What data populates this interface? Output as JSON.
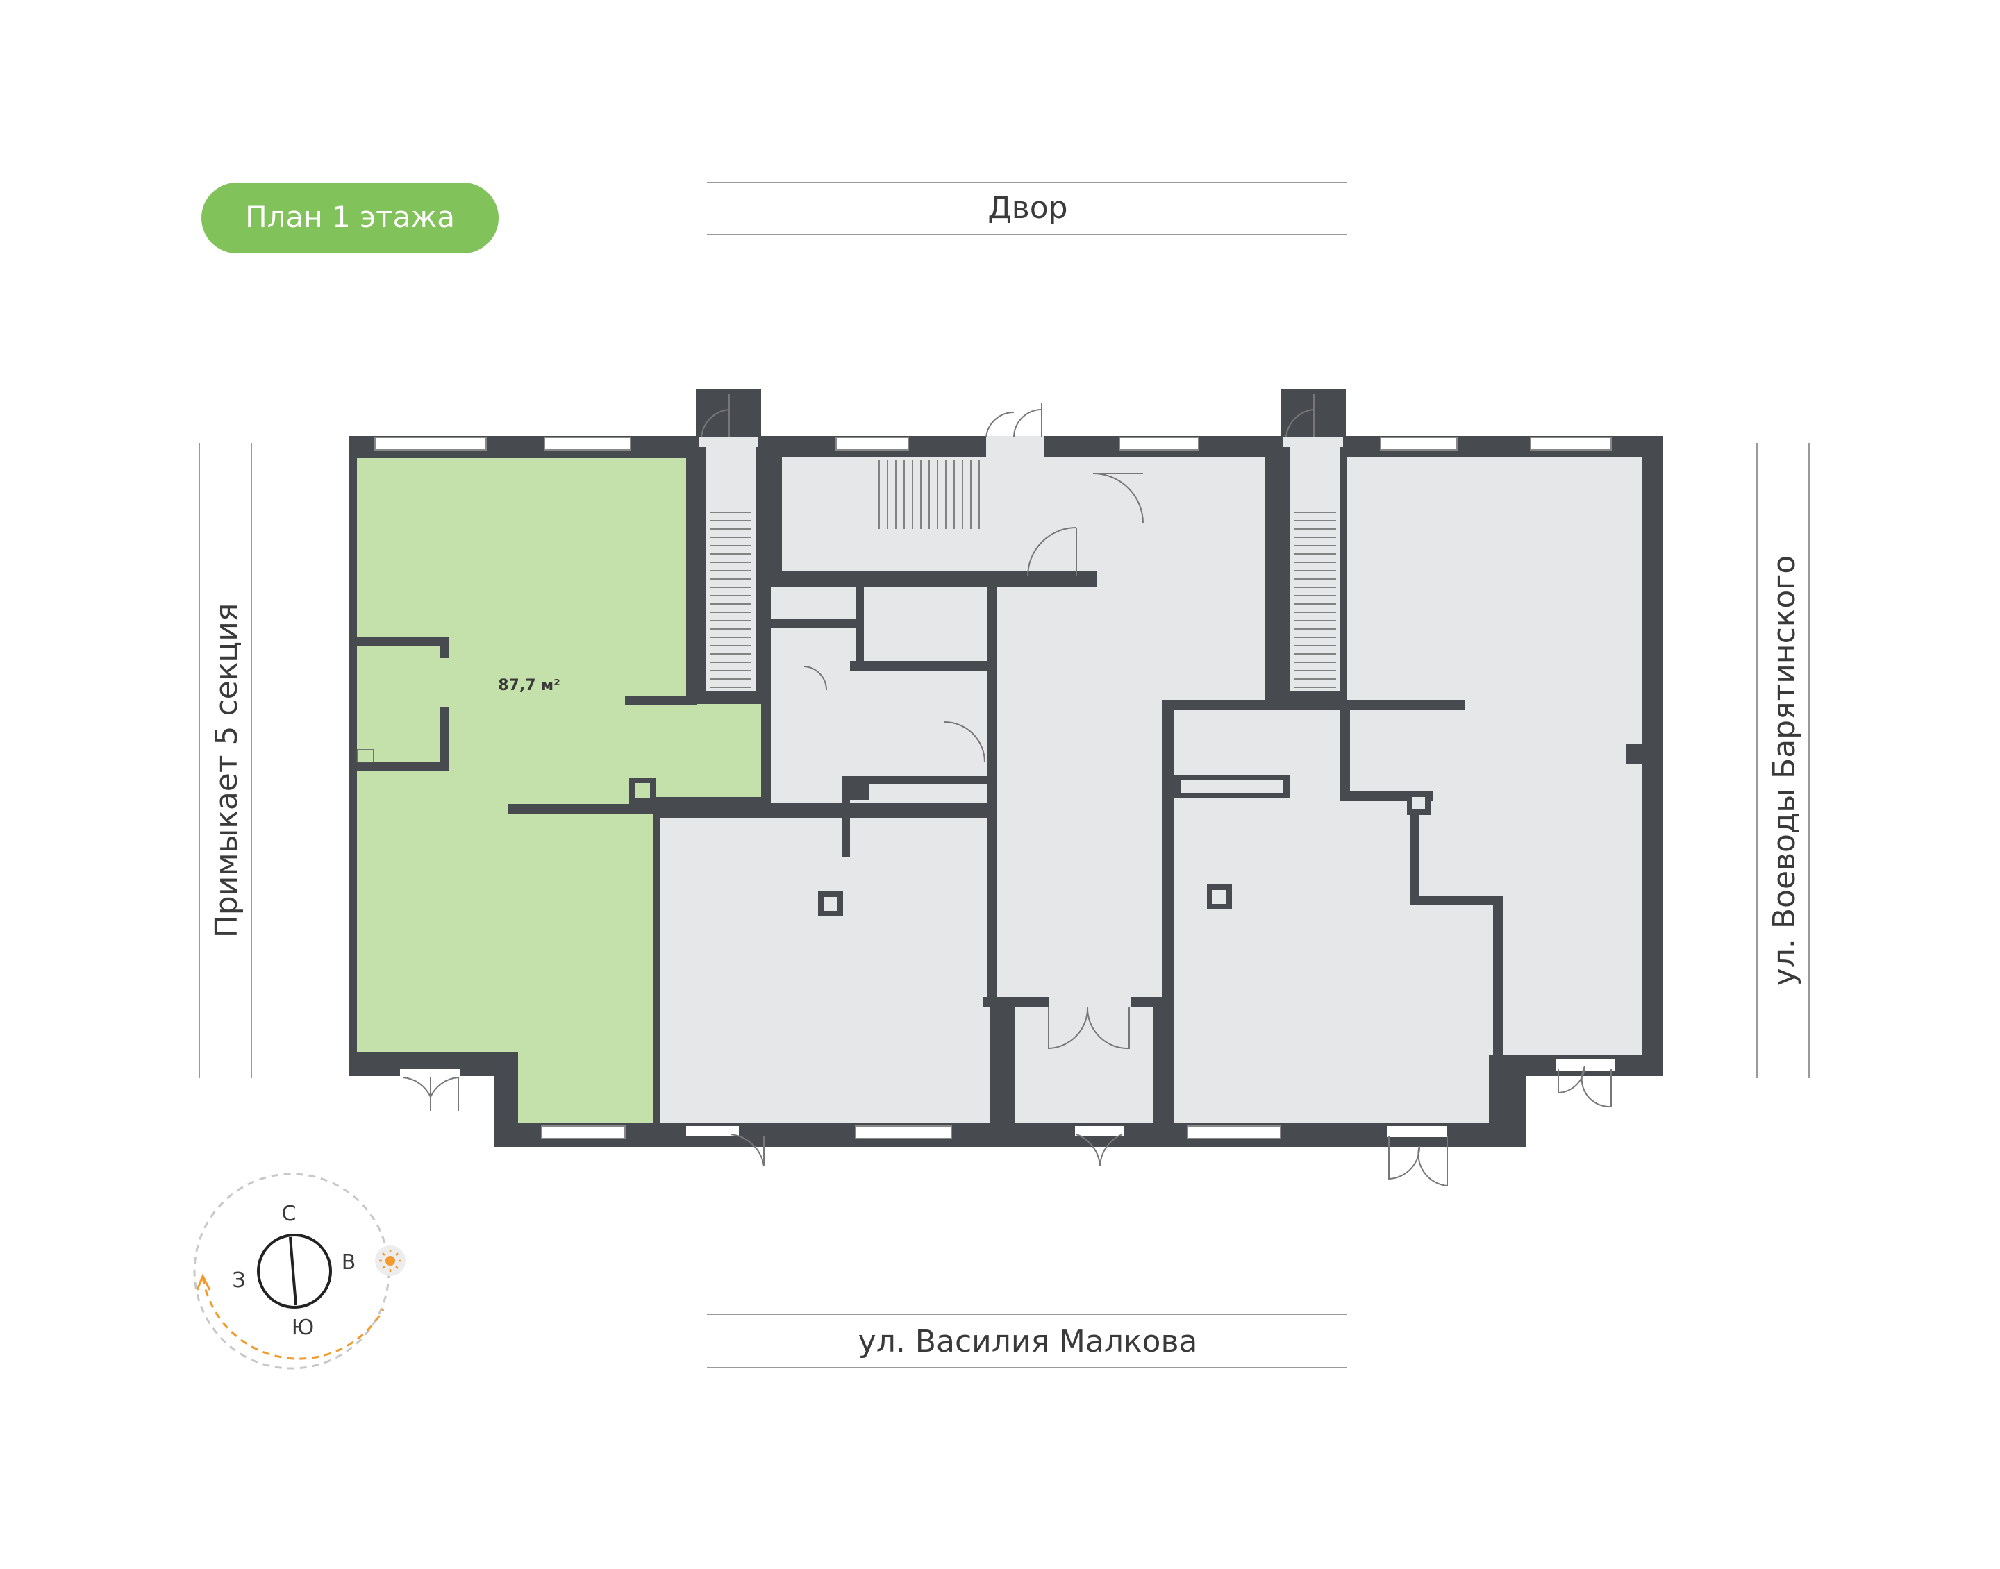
{
  "floor_badge": {
    "label": "План 1 этажа",
    "color": "#82c25a",
    "text_color": "#ffffff"
  },
  "streets": {
    "top": "Двор",
    "bottom": "ул. Василия Малкова",
    "left": "Примыкает 5 секция",
    "right": "ул. Воеводы Барятинского"
  },
  "unit": {
    "area": "87,7 м²",
    "fill": "#c5e1ab"
  },
  "compass": {
    "north": "С",
    "south": "Ю",
    "west": "З",
    "east": "В",
    "sun_icon": "sun-icon",
    "arc_color": "#f39a2b"
  },
  "colors": {
    "wall": "#474a4f",
    "room": "#e6e7e9",
    "window": "#ffffff"
  }
}
